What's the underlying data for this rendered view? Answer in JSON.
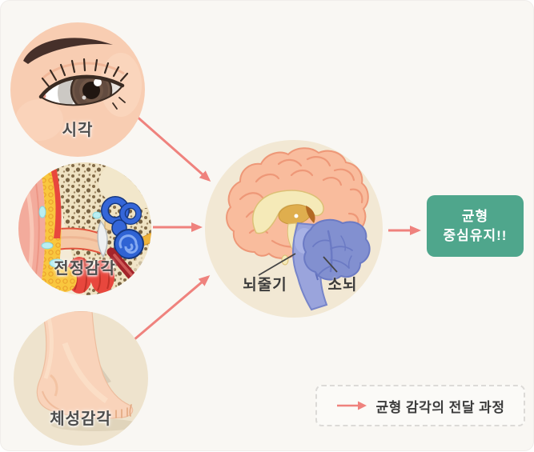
{
  "canvas": {
    "background": "#f9f7f3",
    "arrow_color": "#ef827d"
  },
  "senses": [
    {
      "key": "vision",
      "label": "시각"
    },
    {
      "key": "vestibular",
      "label": "전정감각"
    },
    {
      "key": "somatosensory",
      "label": "체성감각"
    }
  ],
  "brain": {
    "brainstem_label": "뇌줄기",
    "cerebellum_label": "소뇌"
  },
  "result_box": {
    "background": "#4fa68c",
    "line1": "균형",
    "line2": "중심유지!!"
  },
  "legend": {
    "label": "균형 감각의 전달 과정"
  }
}
